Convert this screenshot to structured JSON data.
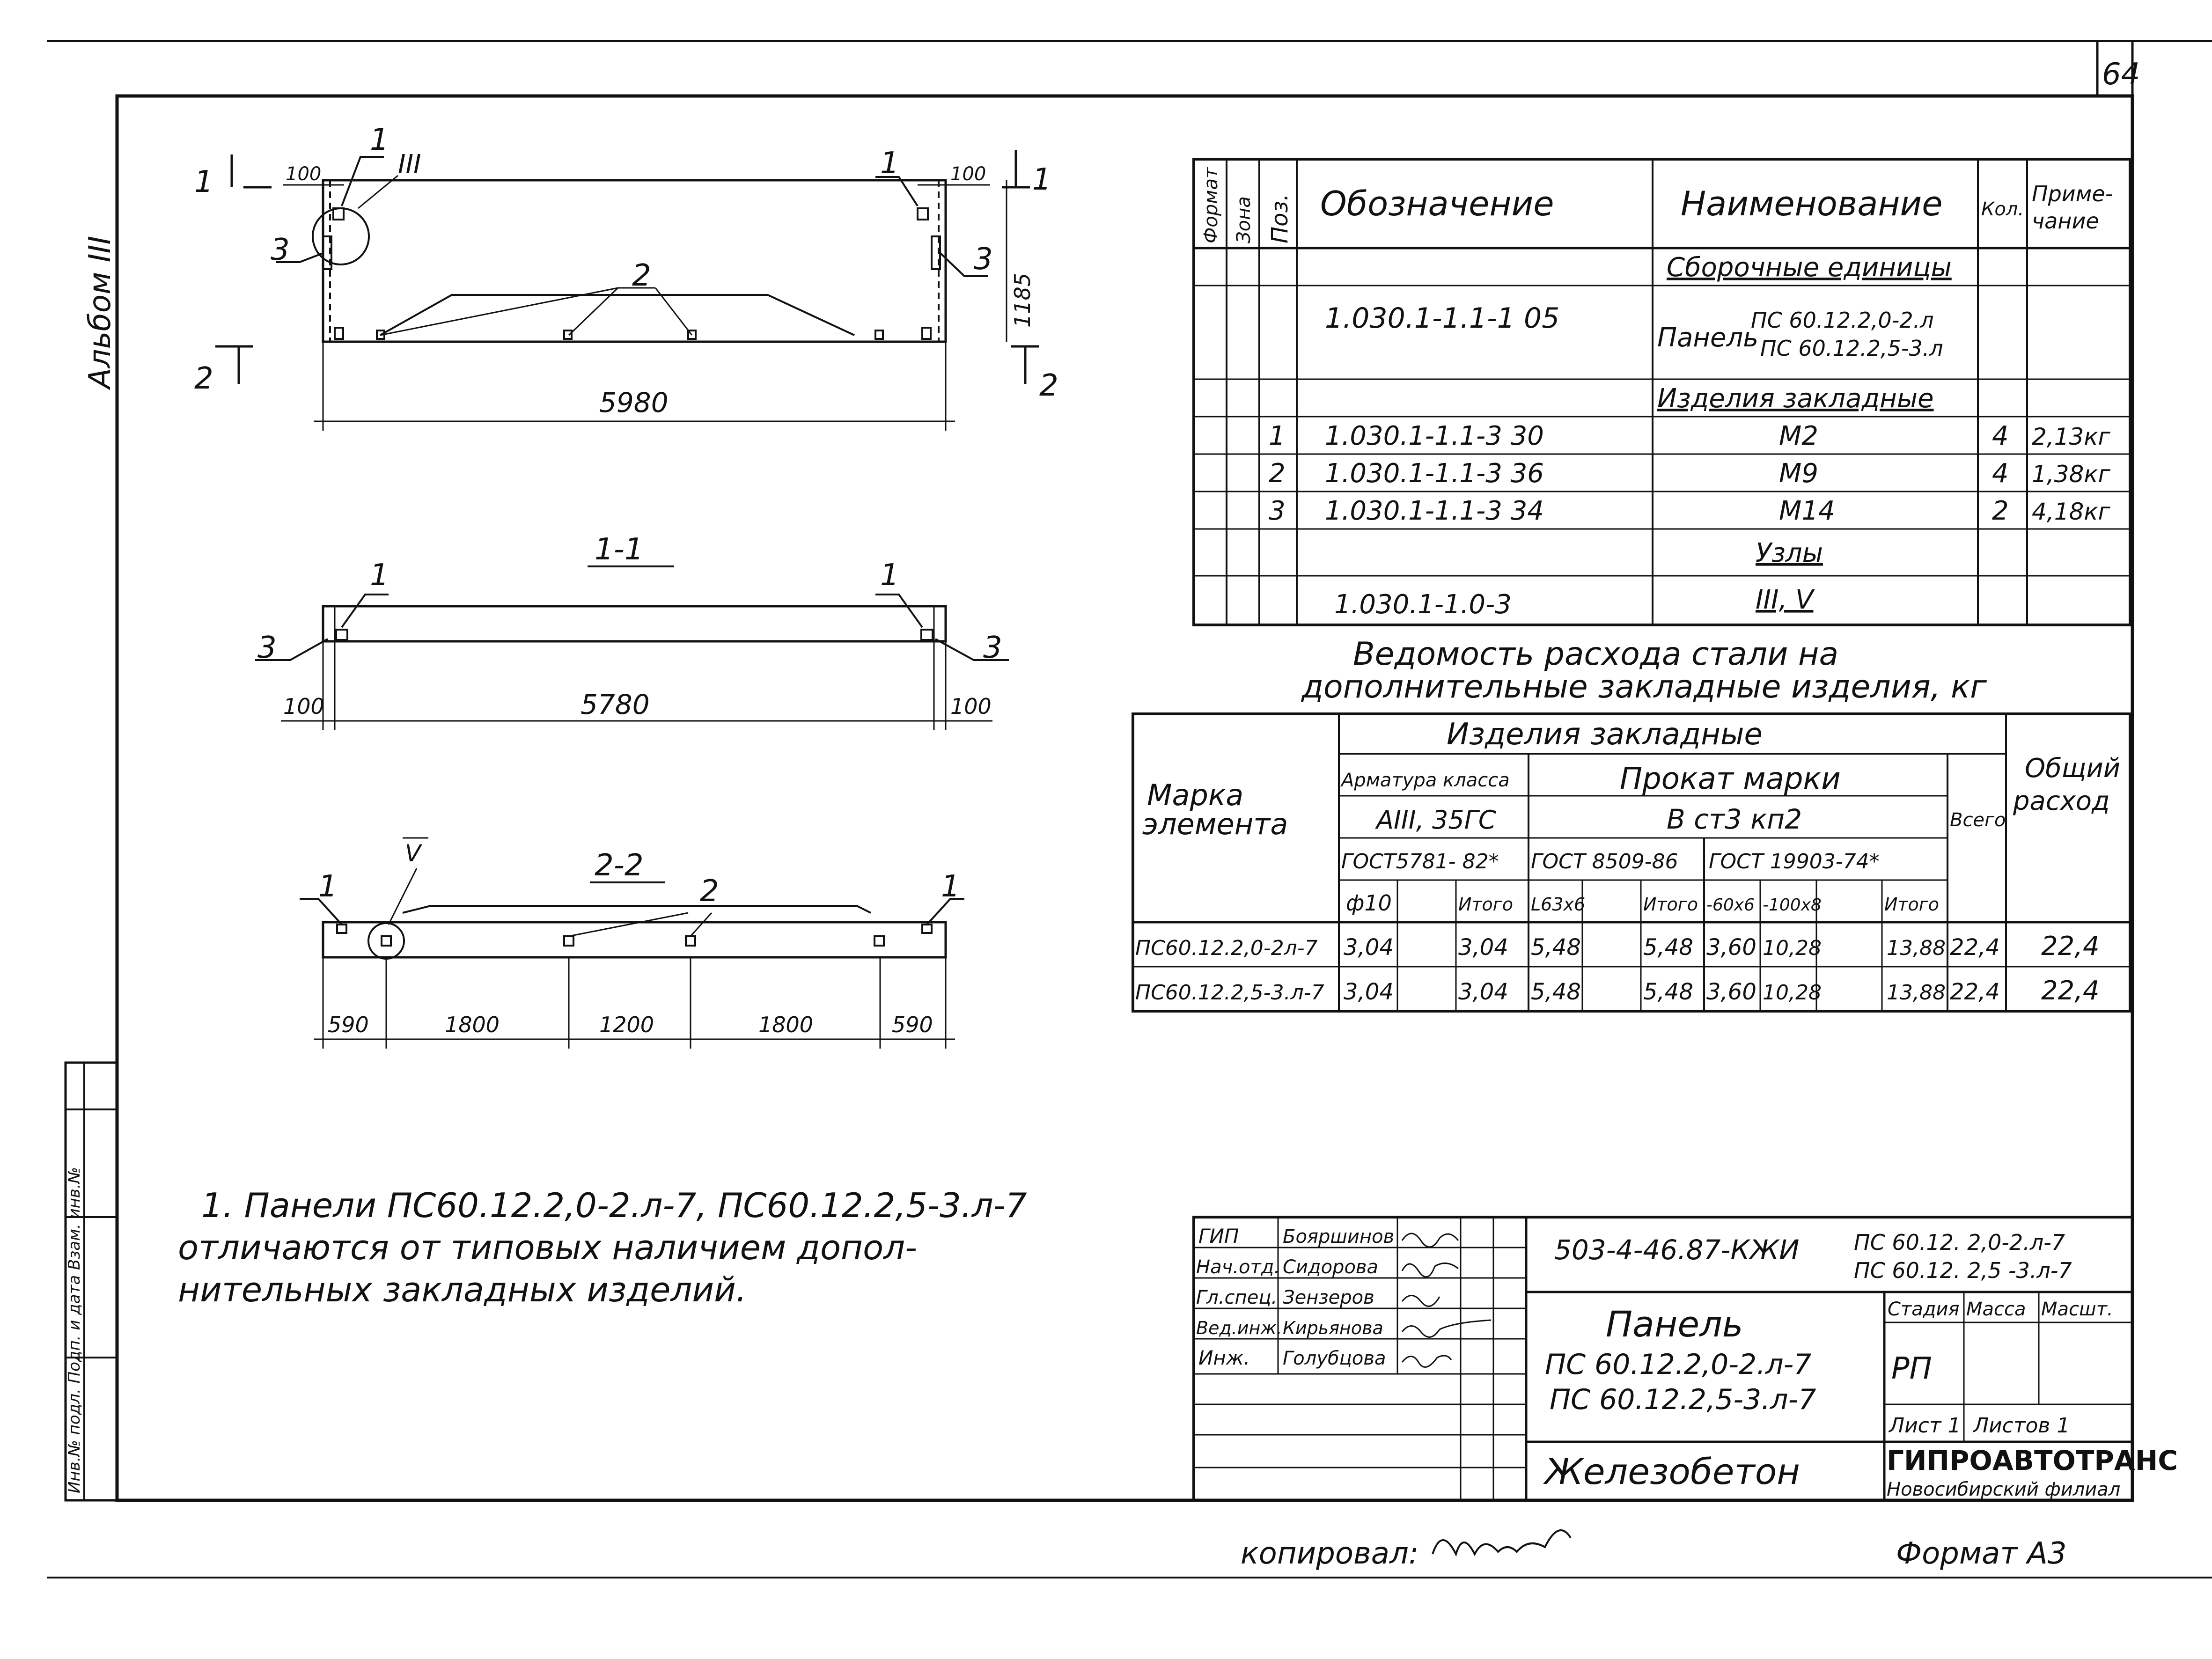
{
  "page_number": "64",
  "album_label": "Альбом III",
  "side_stamp": "Инв.№ подл. Подп. и дата Взам. инв.№",
  "plan_view": {
    "labels": {
      "callout_1": "1",
      "callout_2": "2",
      "callout_3": "3",
      "node": "III"
    },
    "dims": {
      "end_left": "100",
      "end_right": "100",
      "height": "1185",
      "length": "5980"
    },
    "section_marks": {
      "top": "1",
      "bottom": "2"
    }
  },
  "section_1_1": {
    "title": "1-1",
    "callout_1": "1",
    "callout_3": "3",
    "dims": {
      "left": "100",
      "middle": "5780",
      "right": "100"
    }
  },
  "section_2_2": {
    "title": "2-2",
    "node": "V",
    "callout_1": "1",
    "callout_2": "2",
    "dims": [
      "590",
      "1800",
      "1200",
      "1800",
      "590"
    ]
  },
  "spec_table": {
    "headers": {
      "format": "Формат",
      "zone": "Зона",
      "pos": "Поз.",
      "designation": "Обозначение",
      "name": "Наименование",
      "qty": "Кол.",
      "note": "Приме-\nчание"
    },
    "rows": [
      {
        "pos": "",
        "designation": "",
        "name": "Сборочные единицы",
        "qty": "",
        "note": "",
        "underline": true
      },
      {
        "pos": "",
        "designation": "1.030.1-1.1-1  05",
        "name_prefix": "Панель",
        "name_lines": [
          "ПС 60.12.2,0-2.л",
          "ПС 60.12.2,5-3.л"
        ],
        "qty": "",
        "note": ""
      },
      {
        "pos": "",
        "designation": "",
        "name": "Изделия закладные",
        "qty": "",
        "note": "",
        "underline": true
      },
      {
        "pos": "1",
        "designation": "1.030.1-1.1-3   30",
        "name": "М2",
        "qty": "4",
        "note": "2,13кг"
      },
      {
        "pos": "2",
        "designation": "1.030.1-1.1-3   36",
        "name": "М9",
        "qty": "4",
        "note": "1,38кг"
      },
      {
        "pos": "3",
        "designation": "1.030.1-1.1-3   34",
        "name": "М14",
        "qty": "2",
        "note": "4,18кг"
      },
      {
        "pos": "",
        "designation": "",
        "name": "Узлы",
        "qty": "",
        "note": "",
        "underline": true
      },
      {
        "pos": "",
        "designation": "1.030.1-1.0-3",
        "name": "III, V",
        "qty": "",
        "note": ""
      }
    ]
  },
  "steel_table": {
    "title_line1": "Ведомость расхода стали на",
    "title_line2": "дополнительные закладные изделия, кг",
    "header": {
      "mark": "Марка\nэлемента",
      "items": "Изделия  закладные",
      "rebar_class": "Арматура класса",
      "rebar_grade": "АIII, 35ГС",
      "rebar_gost": "ГОСТ5781- 82*",
      "rolled": "Прокат  марки",
      "rolled_grade": "В ст3 кп2",
      "gost1": "ГОСТ 8509-86",
      "gost2": "ГОСТ 19903-74*",
      "total": "Всего",
      "overall": "Общий\nрасход",
      "cols": [
        "ф10",
        "",
        "Итого",
        "L63х6",
        "",
        "Итого",
        "-60х6",
        "-100х8",
        "",
        "Итого"
      ]
    },
    "rows": [
      {
        "mark": "ПС60.12.2,0-2л-7",
        "v": [
          "3,04",
          "",
          "3,04",
          "5,48",
          "",
          "5,48",
          "3,60",
          "10,28",
          "",
          "13,88"
        ],
        "total": "22,4",
        "overall": "22,4"
      },
      {
        "mark": "ПС60.12.2,5-3.л-7",
        "v": [
          "3,04",
          "",
          "3,04",
          "5,48",
          "",
          "5,48",
          "3,60",
          "10,28",
          "",
          "13,88"
        ],
        "total": "22,4",
        "overall": "22,4"
      }
    ]
  },
  "note": {
    "line1": "1. Панели ПС60.12.2,0-2.л-7, ПС60.12.2,5-3.л-7",
    "line2": "отличаются  от  типовых  наличием  допол-",
    "line3": "нительных   закладных   изделий."
  },
  "title_block": {
    "roles": [
      "ГИП",
      "Нач.отд.",
      "Гл.спец.",
      "Вед.инж.",
      "Инж."
    ],
    "names": [
      "Бояршинов",
      "Сидорова",
      "Зензеров",
      "Кирьянова",
      "Голубцова"
    ],
    "doc_code": "503-4-46.87-КЖИ",
    "doc_marks": [
      "ПС 60.12. 2,0-2.л-7",
      "ПС 60.12. 2,5 -3.л-7"
    ],
    "object_title": "Панель",
    "object_marks": [
      "ПС 60.12.2,0-2.л-7",
      "ПС 60.12.2,5-3.л-7"
    ],
    "material": "Железобетон",
    "stage_label": "Стадия",
    "mass_label": "Масса",
    "scale_label": "Масшт.",
    "stage": "РП",
    "sheet": "Лист 1",
    "sheets": "Листов 1",
    "org": "ГИПРОАВТОТРАНС",
    "branch": "Новосибирский филиал"
  },
  "footer": {
    "copied": "копировал:",
    "format": "Формат А3"
  }
}
